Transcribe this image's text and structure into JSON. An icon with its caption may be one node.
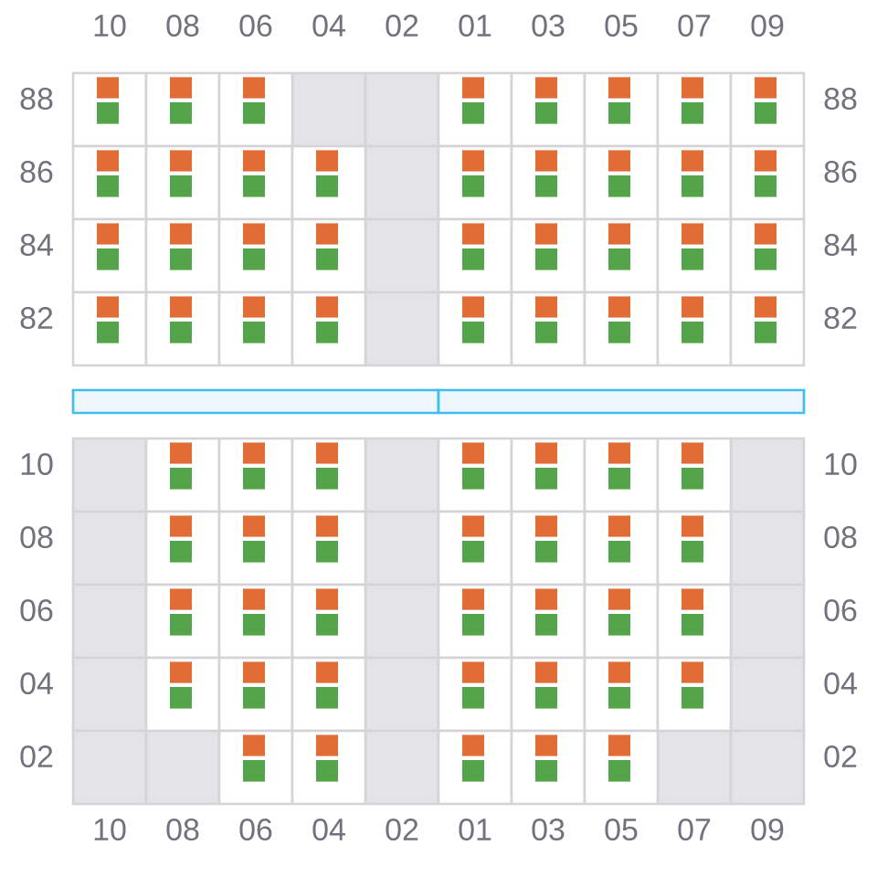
{
  "diagram": {
    "nodes": [
      {
        "text": [],
        "shape": "box"
      },
      {
        "text": [],
        "shape": "box"
      },
      {
        "text": [],
        "shape": "box"
      },
      {
        "text": [],
        "shape": "box"
      },
      {
        "text": [],
        "shape": "box"
      },
      {
        "text": [],
        "shape": "box"
      },
      {
        "text": [],
        "shape": "box"
      },
      {
        "text": [],
        "shape": "box"
      },
      {
        "text": [],
        "shape": "box"
      },
      {
        "text": [],
        "shape": "box"
      },
      {
        "text": [],
        "shape": "box"
      },
      {
        "text": [],
        "shape": "box"
      },
      {
        "text": [],
        "shape": "box"
      },
      {
        "text": [],
        "shape": "box"
      },
      {
        "text": [],
        "shape": "box"
      },
      {
        "text": [],
        "shape": "box"
      },
      {
        "text": [],
        "shape": "box"
      },
      {
        "text": [],
        "shape": "box"
      },
      {
        "text": [],
        "shape": "box"
      },
      {
        "text": [],
        "shape": "box"
      },
      {
        "text": [],
        "shape": "box"
      },
      {
        "text": [],
        "shape": "box"
      },
      {
        "text": [],
        "shape": "box"
      },
      {
        "text": [],
        "shape": "box"
      },
      {
        "text": [],
        "shape": "box"
      },
      {
        "text": [],
        "shape": "box"
      },
      {
        "text": [],
        "shape": "box"
      },
      {
        "text": [],
        "shape": "box"
      },
      {
        "text": [],
        "shape": "box"
      },
      {
        "text": [],
        "shape": "box"
      },
      {
        "text": [],
        "shape": "box"
      },
      {
        "text": [],
        "shape": "box"
      },
      {
        "text": [],
        "shape": "box"
      },
      {
        "text": [],
        "shape": "box"
      },
      {
        "text": [],
        "shape": "box"
      },
      {
        "text": [],
        "shape": "bar"
      },
      {
        "text": [],
        "shape": "bar"
      },
      {
        "text": [],
        "shape": "box"
      },
      {
        "text": [],
        "shape": "box"
      },
      {
        "text": [],
        "shape": "box"
      },
      {
        "text": [],
        "shape": "box"
      },
      {
        "text": [],
        "shape": "box"
      },
      {
        "text": [],
        "shape": "box"
      },
      {
        "text": [],
        "shape": "box"
      },
      {
        "text": [],
        "shape": "box"
      },
      {
        "text": [],
        "shape": "box"
      },
      {
        "text": [],
        "shape": "box"
      },
      {
        "text": [],
        "shape": "box"
      },
      {
        "text": [],
        "shape": "box"
      },
      {
        "text": [],
        "shape": "box"
      },
      {
        "text": [],
        "shape": "box"
      },
      {
        "text": [],
        "shape": "box"
      },
      {
        "text": [],
        "shape": "box"
      },
      {
        "text": [],
        "shape": "box"
      },
      {
        "text": [],
        "shape": "box"
      },
      {
        "text": [],
        "shape": "box"
      },
      {
        "text": [],
        "shape": "box"
      },
      {
        "text": [],
        "shape": "box"
      },
      {
        "text": [],
        "shape": "box"
      },
      {
        "text": [],
        "shape": "box"
      },
      {
        "text": [],
        "shape": "box"
      },
      {
        "text": [],
        "shape": "box"
      },
      {
        "text": [],
        "shape": "box"
      },
      {
        "text": [],
        "shape": "box"
      },
      {
        "text": [],
        "shape": "box"
      },
      {
        "text": [],
        "shape": "box"
      },
      {
        "text": [],
        "shape": "box"
      },
      {
        "text": [],
        "shape": "box"
      },
      {
        "text": [],
        "shape": "box"
      },
      {
        "text": [],
        "shape": "box"
      }
    ],
    "labels": [
      "10",
      "08",
      "06",
      "04",
      "02",
      "01",
      "03",
      "05",
      "07",
      "09",
      "88",
      "88",
      "86",
      "86",
      "84",
      "84",
      "82",
      "82",
      "10",
      "10",
      "08",
      "08",
      "06",
      "06",
      "04",
      "04",
      "02",
      "02",
      "10",
      "08",
      "06",
      "04",
      "02",
      "01",
      "03",
      "05",
      "07",
      "09"
    ]
  }
}
